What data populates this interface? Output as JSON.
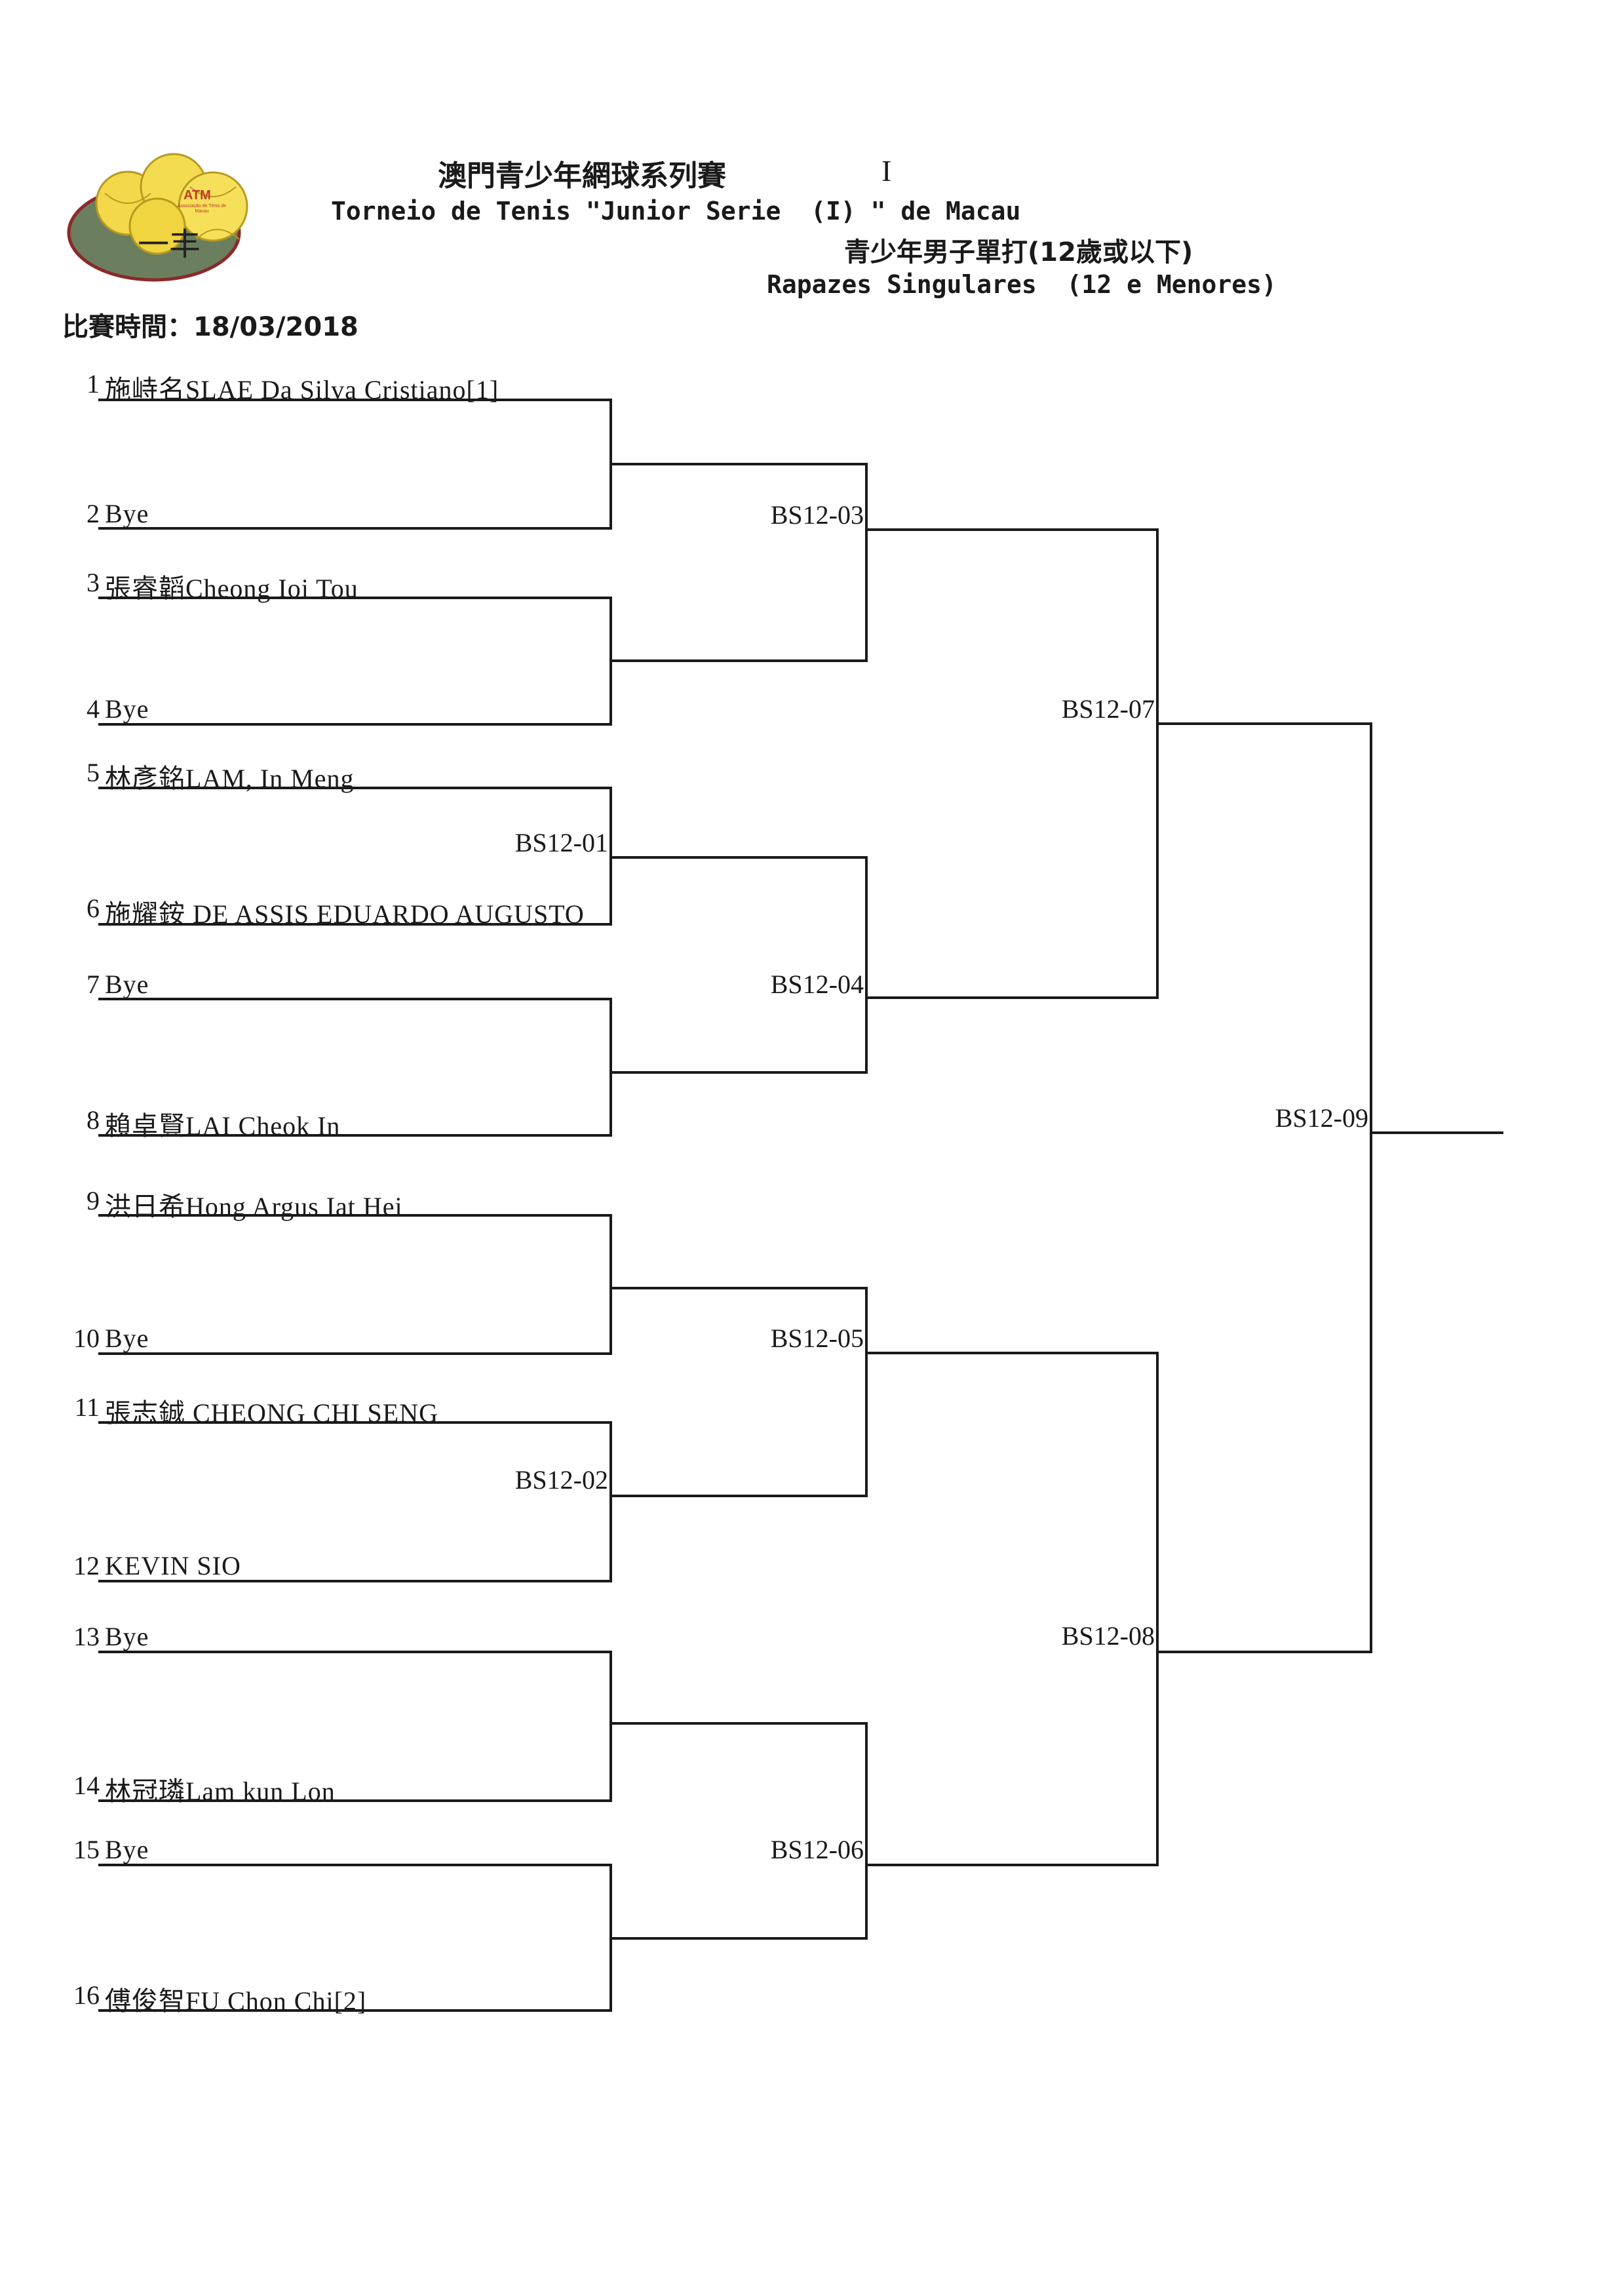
{
  "header": {
    "title_zh": "澳門青少年網球系列賽",
    "series_roman": "I",
    "title_pt": "Torneio de Tenis \"Junior Serie  (I) \" de Macau",
    "event_zh": "青少年男子單打(12歲或以下)",
    "event_pt": "Rapazes Singulares  (12 e Menores)",
    "date_label": "比賽時間：18/03/2018",
    "logo_text": "ATM",
    "logo_subtext": "Associação de Ténis de Macau",
    "logo_mark": "一丰"
  },
  "players": [
    {
      "num": "1",
      "name": "施峙名SLAE Da Silva Cristiano[1]"
    },
    {
      "num": "2",
      "name": "Bye"
    },
    {
      "num": "3",
      "name": "張睿韜Cheong Ioi Tou"
    },
    {
      "num": "4",
      "name": "Bye"
    },
    {
      "num": "5",
      "name": "林彥銘LAM, In Meng"
    },
    {
      "num": "6",
      "name": "施耀銨 DE ASSIS EDUARDO AUGUSTO"
    },
    {
      "num": "7",
      "name": "Bye"
    },
    {
      "num": "8",
      "name": "賴卓賢LAI Cheok In"
    },
    {
      "num": "9",
      "name": "洪日希Hong Argus Iat Hei"
    },
    {
      "num": "10",
      "name": "Bye"
    },
    {
      "num": "11",
      "name": "張志鋮 CHEONG CHI SENG"
    },
    {
      "num": "12",
      "name": "KEVIN SIO"
    },
    {
      "num": "13",
      "name": "Bye"
    },
    {
      "num": "14",
      "name": "林冠璘Lam kun Lon"
    },
    {
      "num": "15",
      "name": "Bye"
    },
    {
      "num": "16",
      "name": "傅俊智FU Chon Chi[2]"
    }
  ],
  "matches": {
    "m01": "BS12-01",
    "m02": "BS12-02",
    "m03": "BS12-03",
    "m04": "BS12-04",
    "m05": "BS12-05",
    "m06": "BS12-06",
    "m07": "BS12-07",
    "m08": "BS12-08",
    "m09": "BS12-09"
  }
}
